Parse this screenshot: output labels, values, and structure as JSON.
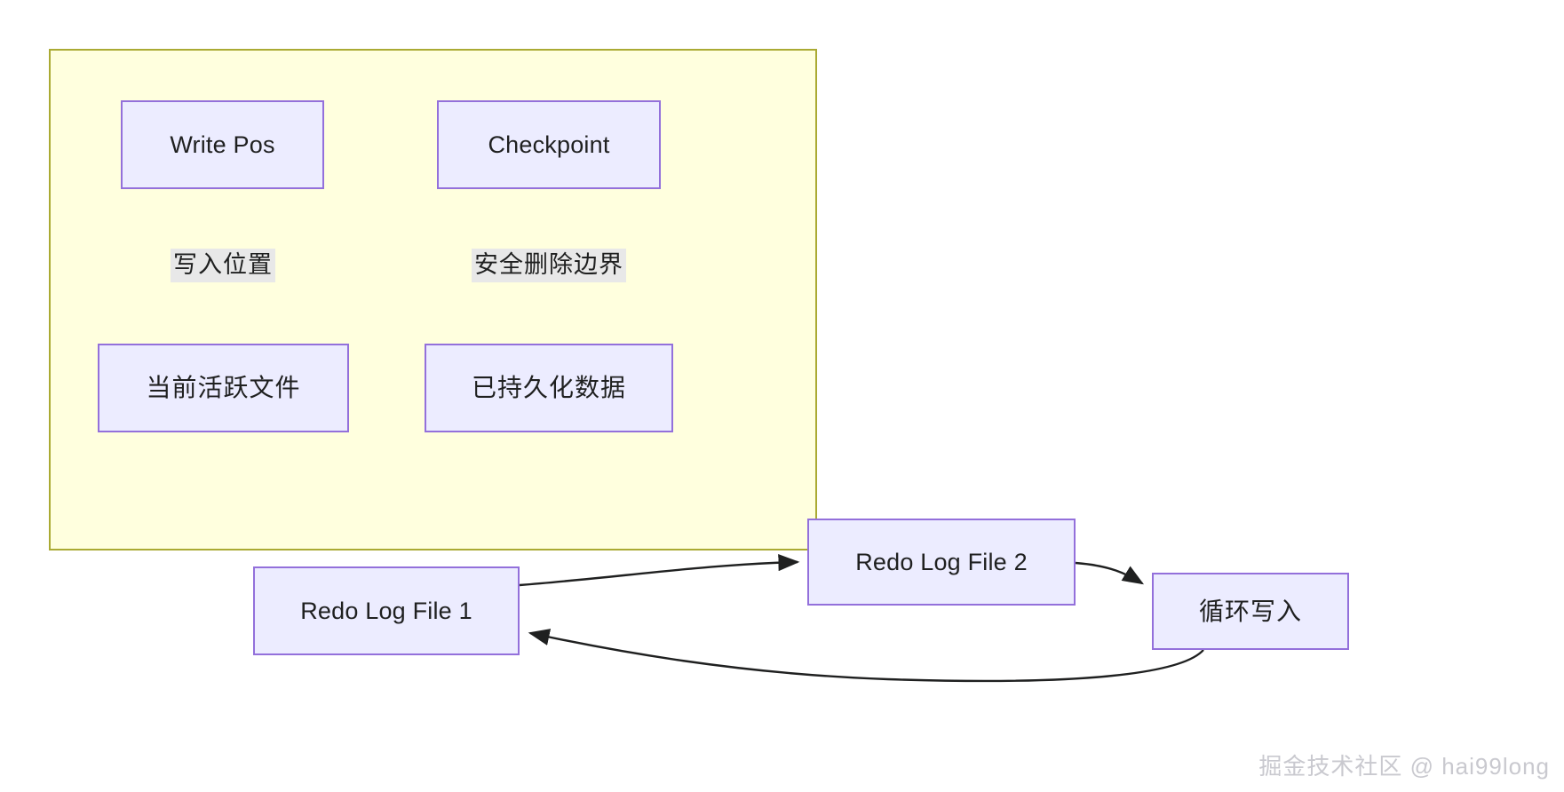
{
  "diagram": {
    "type": "flowchart",
    "subgraph": {
      "label": "",
      "fill": "#ffffde",
      "stroke": "#aaaa33"
    },
    "node_style": {
      "fill": "#ececff",
      "stroke": "#9370db",
      "text_color": "#1f2020"
    },
    "edge_label_style": {
      "fill": "#e8e8e8",
      "text_color": "#1f2020"
    },
    "edge_color": "#1f2020",
    "nodes": [
      {
        "id": "write-pos",
        "label": "Write Pos",
        "group": "subgraph"
      },
      {
        "id": "checkpoint",
        "label": "Checkpoint",
        "group": "subgraph"
      },
      {
        "id": "active-file",
        "label": "当前活跃文件",
        "group": "subgraph"
      },
      {
        "id": "persisted-data",
        "label": "已持久化数据",
        "group": "subgraph"
      },
      {
        "id": "redo-file-1",
        "label": "Redo Log File 1",
        "group": "main"
      },
      {
        "id": "redo-file-2",
        "label": "Redo Log File 2",
        "group": "main"
      },
      {
        "id": "cyclic-write",
        "label": "循环写入",
        "group": "main"
      }
    ],
    "edges": [
      {
        "from": "write-pos",
        "to": "active-file",
        "label": "写入位置",
        "arrow": "end"
      },
      {
        "from": "checkpoint",
        "to": "persisted-data",
        "label": "安全删除边界",
        "arrow": "end"
      },
      {
        "from": "redo-file-1",
        "to": "redo-file-2",
        "label": "",
        "arrow": "end"
      },
      {
        "from": "redo-file-2",
        "to": "cyclic-write",
        "label": "",
        "arrow": "end"
      },
      {
        "from": "cyclic-write",
        "to": "redo-file-1",
        "label": "",
        "arrow": "end"
      }
    ]
  },
  "watermark": {
    "text": "掘金技术社区 @ hai99long"
  }
}
